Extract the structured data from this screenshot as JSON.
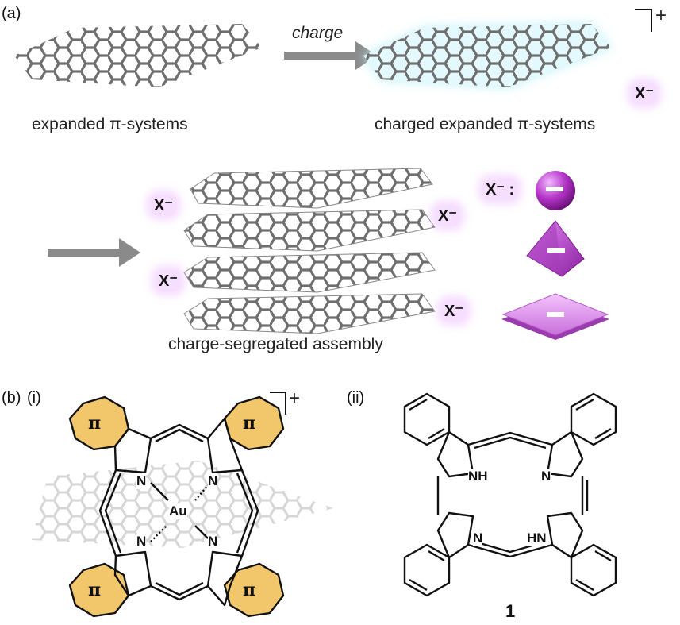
{
  "panel_a": {
    "label": "(a)",
    "arrow_label": "charge",
    "left_caption": "expanded π-systems",
    "right_caption": "charged expanded π-systems",
    "charge_sign": "+",
    "counter_anion": "X⁻",
    "assembly_caption": "charge-segregated assembly",
    "assembly_anions": [
      "X⁻",
      "X⁻",
      "X⁻",
      "X⁻"
    ],
    "anion_legend_label": "X⁻ :",
    "anion_shapes": [
      "sphere",
      "tetrahedron",
      "square-planar"
    ],
    "anion_symbol": "–",
    "colors": {
      "anion_purple": "#b030c0",
      "glow_cyan": "#bff2fb",
      "sheet_gray": "#6e6e6e"
    }
  },
  "panel_b": {
    "label": "(b)",
    "sub_i": "(i)",
    "sub_ii": "(ii)",
    "charge_sign": "+",
    "pi_rings": [
      "π",
      "π",
      "π",
      "π"
    ],
    "metal": "Au",
    "nitrogens": [
      "N",
      "N",
      "N",
      "N"
    ],
    "ii_atoms": [
      "NH",
      "N",
      "N",
      "HN"
    ],
    "compound_number": "1",
    "colors": {
      "pi_fill": "#f2c66b"
    }
  }
}
